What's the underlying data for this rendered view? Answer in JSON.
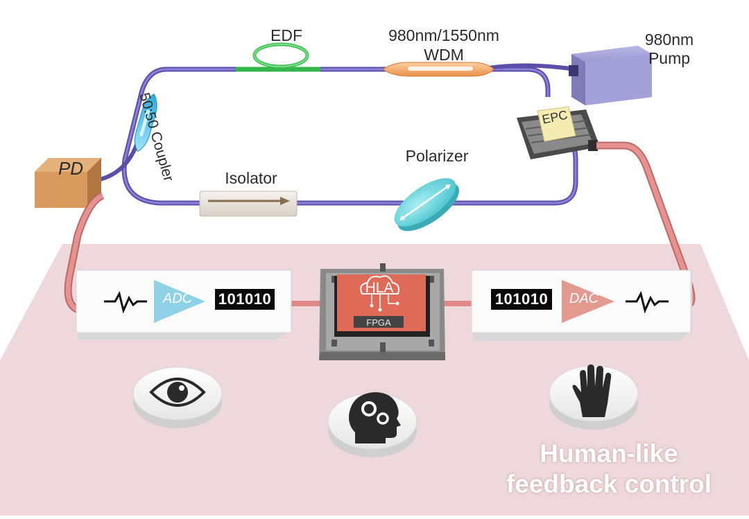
{
  "labels": {
    "pd": "PD",
    "edf": "EDF",
    "wdm_line1": "980nm/1550nm",
    "wdm_line2": "WDM",
    "pump_line1": "980nm",
    "pump_line2": "Pump",
    "coupler": "50:50 Coupler",
    "isolator": "Isolator",
    "polarizer": "Polarizer",
    "epc": "EPC",
    "adc": "ADC",
    "dac": "DAC",
    "hla": "HLA",
    "fpga": "FPGA",
    "bits_left": "101010",
    "bits_right": "101010"
  },
  "title": {
    "line1": "Human-like",
    "line2": "feedback control"
  },
  "icons": {
    "eye": "eye-icon",
    "brain": "head-gears-icon",
    "hand": "hand-icon",
    "signal_in": "waveform-icon",
    "signal_out": "waveform-icon"
  },
  "colors": {
    "background_panel": "#eed8db",
    "fiber": "#6b5fb8",
    "edf_fiber": "#3ec254",
    "electric_cable": "#e08a88",
    "pump_box": "#9a98cf",
    "pd_box": "#d99a5e",
    "adc_triangle": "#8fd2e6",
    "dac_triangle": "#e29a8e",
    "fpga_chip": "#e06a58",
    "polarizer": "#6fd6dc",
    "coupler": "#45c0e8",
    "wdm": "#f0a36a",
    "epc": "#f4ecb0"
  }
}
